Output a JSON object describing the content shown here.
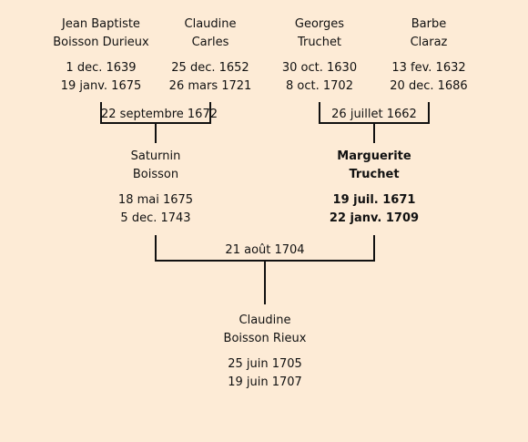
{
  "people": {
    "gf1": {
      "name1": "Jean Baptiste",
      "name2": "Boisson Durieux",
      "birth": "1 dec. 1639",
      "death": "19 janv. 1675"
    },
    "gm1": {
      "name1": "Claudine",
      "name2": "Carles",
      "birth": "25 dec. 1652",
      "death": "26 mars 1721"
    },
    "gf2": {
      "name1": "Georges",
      "name2": "Truchet",
      "birth": "30 oct. 1630",
      "death": "8 oct. 1702"
    },
    "gm2": {
      "name1": "Barbe",
      "name2": "Claraz",
      "birth": "13 fev. 1632",
      "death": "20 dec. 1686"
    },
    "father": {
      "name1": "Saturnin",
      "name2": "Boisson",
      "birth": "18 mai 1675",
      "death": "5 dec. 1743"
    },
    "mother": {
      "name1": "Marguerite",
      "name2": "Truchet",
      "birth": "19 juil. 1671",
      "death": "22 janv. 1709"
    },
    "child": {
      "name1": "Claudine",
      "name2": "Boisson Rieux",
      "birth": "25 juin 1705",
      "death": "19 juin 1707"
    }
  },
  "marriages": {
    "paternal": "22 septembre 1672",
    "maternal": "26 juillet 1662",
    "parents": "21 août 1704"
  }
}
